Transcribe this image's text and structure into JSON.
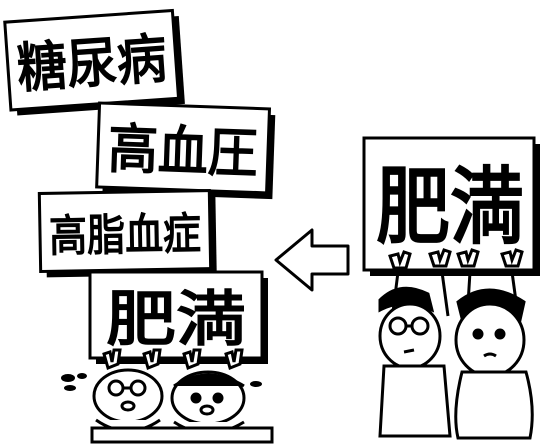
{
  "signs": {
    "diabetes": "糖尿病",
    "hypertension": "高血圧",
    "hyperlipidemia": "高脂血症",
    "obesity_small": "肥満",
    "obesity_big": "肥満"
  },
  "colors": {
    "ink": "#000000",
    "paper": "#ffffff",
    "shadow": "#000000"
  },
  "icons": {
    "arrow": "left-arrow-icon",
    "sweat": "sweat-drops-icon"
  }
}
